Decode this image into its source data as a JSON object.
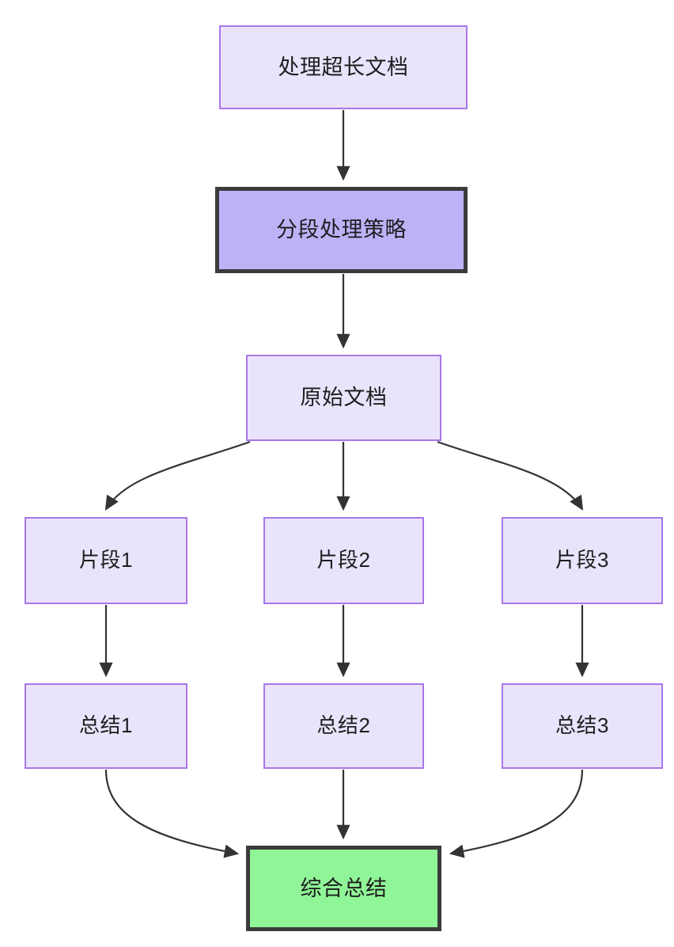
{
  "diagram": {
    "type": "flowchart",
    "direction": "top-down",
    "background_color": "#ffffff",
    "palette": {
      "node_fill": "#e9e4fb",
      "node_border": "#a977e8",
      "highlight_fill": "#bcb3f7",
      "highlight_border": "#3b3b3b",
      "final_fill": "#90f596",
      "final_border": "#3b3b3b",
      "edge_color": "#333333",
      "text_color": "#1d1d1f"
    },
    "nodes": [
      {
        "id": "doc_task",
        "label": "处理超长文档",
        "style": "plain",
        "row": 0
      },
      {
        "id": "strategy",
        "label": "分段处理策略",
        "style": "highlight",
        "row": 1
      },
      {
        "id": "source_doc",
        "label": "原始文档",
        "style": "plain",
        "row": 2
      },
      {
        "id": "chunk1",
        "label": "片段1",
        "style": "plain",
        "row": 3
      },
      {
        "id": "chunk2",
        "label": "片段2",
        "style": "plain",
        "row": 3
      },
      {
        "id": "chunk3",
        "label": "片段3",
        "style": "plain",
        "row": 3
      },
      {
        "id": "summary1",
        "label": "总结1",
        "style": "plain",
        "row": 4
      },
      {
        "id": "summary2",
        "label": "总结2",
        "style": "plain",
        "row": 4
      },
      {
        "id": "summary3",
        "label": "总结3",
        "style": "plain",
        "row": 4
      },
      {
        "id": "final_summary",
        "label": "综合总结",
        "style": "final",
        "row": 5
      }
    ],
    "edges": [
      {
        "from": "doc_task",
        "to": "strategy",
        "shape": "straight"
      },
      {
        "from": "strategy",
        "to": "source_doc",
        "shape": "straight"
      },
      {
        "from": "source_doc",
        "to": "chunk1",
        "shape": "curve"
      },
      {
        "from": "source_doc",
        "to": "chunk2",
        "shape": "straight"
      },
      {
        "from": "source_doc",
        "to": "chunk3",
        "shape": "curve"
      },
      {
        "from": "chunk1",
        "to": "summary1",
        "shape": "straight"
      },
      {
        "from": "chunk2",
        "to": "summary2",
        "shape": "straight"
      },
      {
        "from": "chunk3",
        "to": "summary3",
        "shape": "straight"
      },
      {
        "from": "summary1",
        "to": "final_summary",
        "shape": "curve"
      },
      {
        "from": "summary2",
        "to": "final_summary",
        "shape": "straight"
      },
      {
        "from": "summary3",
        "to": "final_summary",
        "shape": "curve"
      }
    ]
  }
}
